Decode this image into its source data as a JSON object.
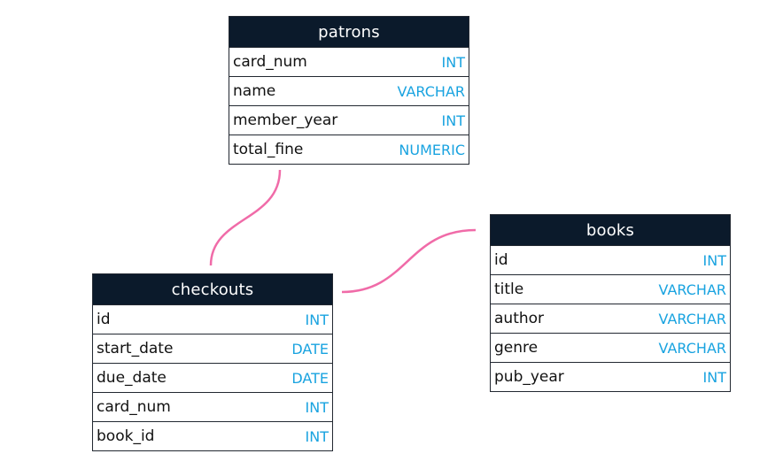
{
  "tables": {
    "patrons": {
      "title": "patrons",
      "columns": [
        {
          "name": "card_num",
          "type": "INT"
        },
        {
          "name": "name",
          "type": "VARCHAR"
        },
        {
          "name": "member_year",
          "type": "INT"
        },
        {
          "name": "total_fine",
          "type": "NUMERIC"
        }
      ]
    },
    "checkouts": {
      "title": "checkouts",
      "columns": [
        {
          "name": "id",
          "type": "INT"
        },
        {
          "name": "start_date",
          "type": "DATE"
        },
        {
          "name": "due_date",
          "type": "DATE"
        },
        {
          "name": "card_num",
          "type": "INT"
        },
        {
          "name": "book_id",
          "type": "INT"
        }
      ]
    },
    "books": {
      "title": "books",
      "columns": [
        {
          "name": "id",
          "type": "INT"
        },
        {
          "name": "title",
          "type": "VARCHAR"
        },
        {
          "name": "author",
          "type": "VARCHAR"
        },
        {
          "name": "genre",
          "type": "VARCHAR"
        },
        {
          "name": "pub_year",
          "type": "INT"
        }
      ]
    }
  },
  "relationships": [
    {
      "from": "patrons",
      "to": "checkouts"
    },
    {
      "from": "checkouts",
      "to": "books"
    }
  ],
  "colors": {
    "header_bg": "#0b1a2b",
    "type_text": "#19a3e0",
    "link": "#f06ba8"
  }
}
